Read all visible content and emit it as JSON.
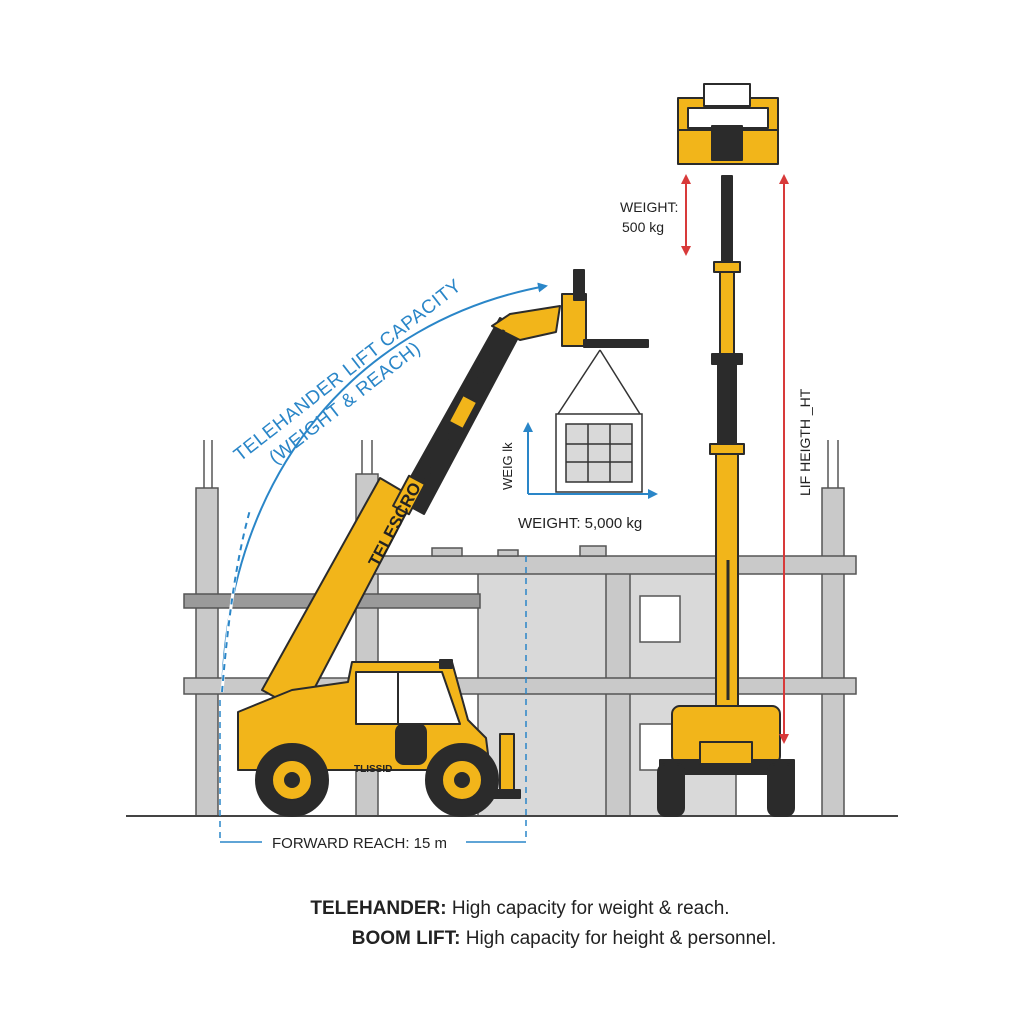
{
  "colors": {
    "machine_yellow": "#f2b51a",
    "machine_dark": "#2b2b2b",
    "structure_gray": "#c9c9c9",
    "dimension_blue": "#2a86c8",
    "height_red": "#d83a3a"
  },
  "telehandler": {
    "arc_label_line1": "TELEHANDER LIFT CAPACITY",
    "arc_label_line2": "(WEIGHT & REACH)",
    "boom_text": "TELESCRO",
    "body_text": "TLISSID",
    "load_weight_small": "WEIG lk",
    "load_weight": "WEIGHT: 5,000 kg",
    "forward_reach": "FORWARD REACH: 15 m"
  },
  "boom_lift": {
    "platform_weight_line1": "WEIGHT:",
    "platform_weight_line2": "500 kg",
    "height_label": "LIF HEIGTH _HT"
  },
  "captions": [
    {
      "title": "TELEHANDER:",
      "text": " High capacity for weight & reach."
    },
    {
      "title": "BOOM LIFT:",
      "text": " High capacity for height & personnel."
    }
  ],
  "icons": [
    "telehandler-icon",
    "boom-lift-icon",
    "building-frame-icon",
    "suspended-load-icon"
  ]
}
